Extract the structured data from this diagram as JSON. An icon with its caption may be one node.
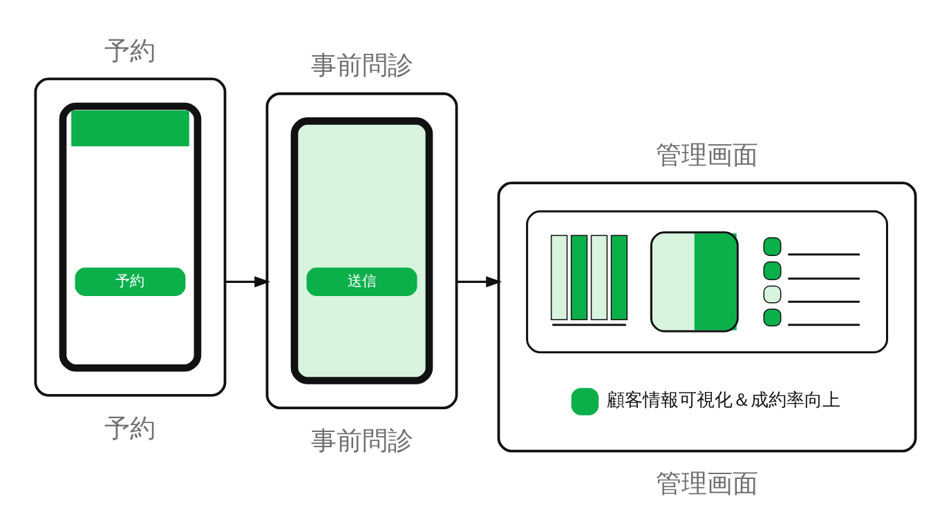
{
  "diagram": {
    "nodes": [
      {
        "text": [
          "予約"
        ],
        "beside": [
          "予約"
        ]
      },
      {
        "text": [],
        "shape": "phone",
        "in": 0
      },
      {
        "text": [
          "予約"
        ],
        "in": 1
      },
      {
        "text": [
          "事前問診"
        ],
        "beside": [
          "事前問診"
        ]
      },
      {
        "text": [],
        "shape": "phone",
        "in": 3
      },
      {
        "text": [
          "送信"
        ],
        "in": 4
      },
      {
        "text": [
          "管理画面"
        ],
        "beside": [
          "管理画面"
        ]
      },
      {
        "text": [],
        "shape": "picture",
        "in": 6
      }
    ],
    "edges": [
      {
        "from": 0,
        "to": 3,
        "arrow": "to"
      },
      {
        "from": 3,
        "to": 6,
        "arrow": "to"
      }
    ],
    "labels": [
      "顧客情報可視化＆成約率向上"
    ]
  }
}
